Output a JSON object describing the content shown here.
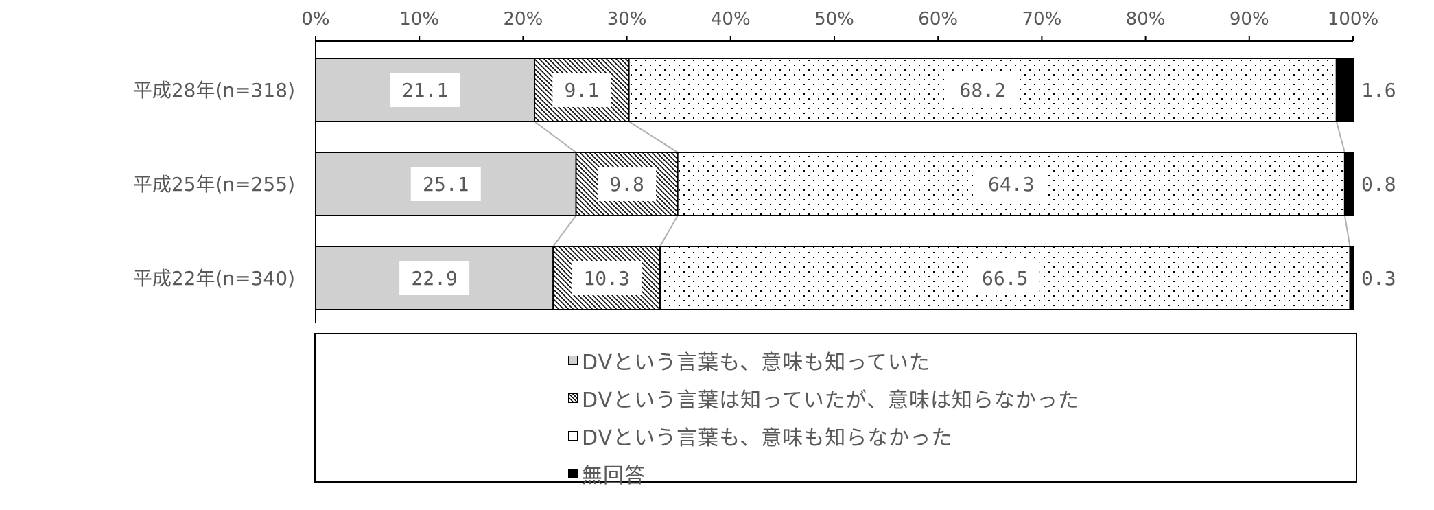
{
  "chart_data": {
    "type": "bar",
    "orientation": "horizontal",
    "stacked": true,
    "categories": [
      "平成28年(n=318)",
      "平成25年(n=255)",
      "平成22年(n=340)"
    ],
    "series": [
      {
        "name": "DVという言葉も、意味も知っていた",
        "values": [
          21.1,
          25.1,
          22.9
        ],
        "fill": "solid-gray"
      },
      {
        "name": "DVという言葉は知っていたが、意味は知らなかった",
        "values": [
          9.1,
          9.8,
          10.3
        ],
        "fill": "diagonal-hatch"
      },
      {
        "name": "DVという言葉も、意味も知らなかった",
        "values": [
          68.2,
          64.3,
          66.5
        ],
        "fill": "dots"
      },
      {
        "name": "無回答",
        "values": [
          1.6,
          0.8,
          0.3
        ],
        "fill": "black"
      }
    ],
    "data_labels": [
      [
        "21.1",
        "9.1",
        "68.2",
        "1.6"
      ],
      [
        "25.1",
        "9.8",
        "64.3",
        "0.8"
      ],
      [
        "22.9",
        "10.3",
        "66.5",
        "0.3"
      ]
    ],
    "x_ticks": [
      "0%",
      "10%",
      "20%",
      "30%",
      "40%",
      "50%",
      "60%",
      "70%",
      "80%",
      "90%",
      "100%"
    ],
    "xlim": [
      0,
      100
    ],
    "axis_position": "top",
    "series_lines": true,
    "legend_position": "bottom",
    "colors": {
      "gray": "#d0d0d0",
      "black": "#000000",
      "text": "#595959",
      "line": "#b0b0b0"
    }
  }
}
